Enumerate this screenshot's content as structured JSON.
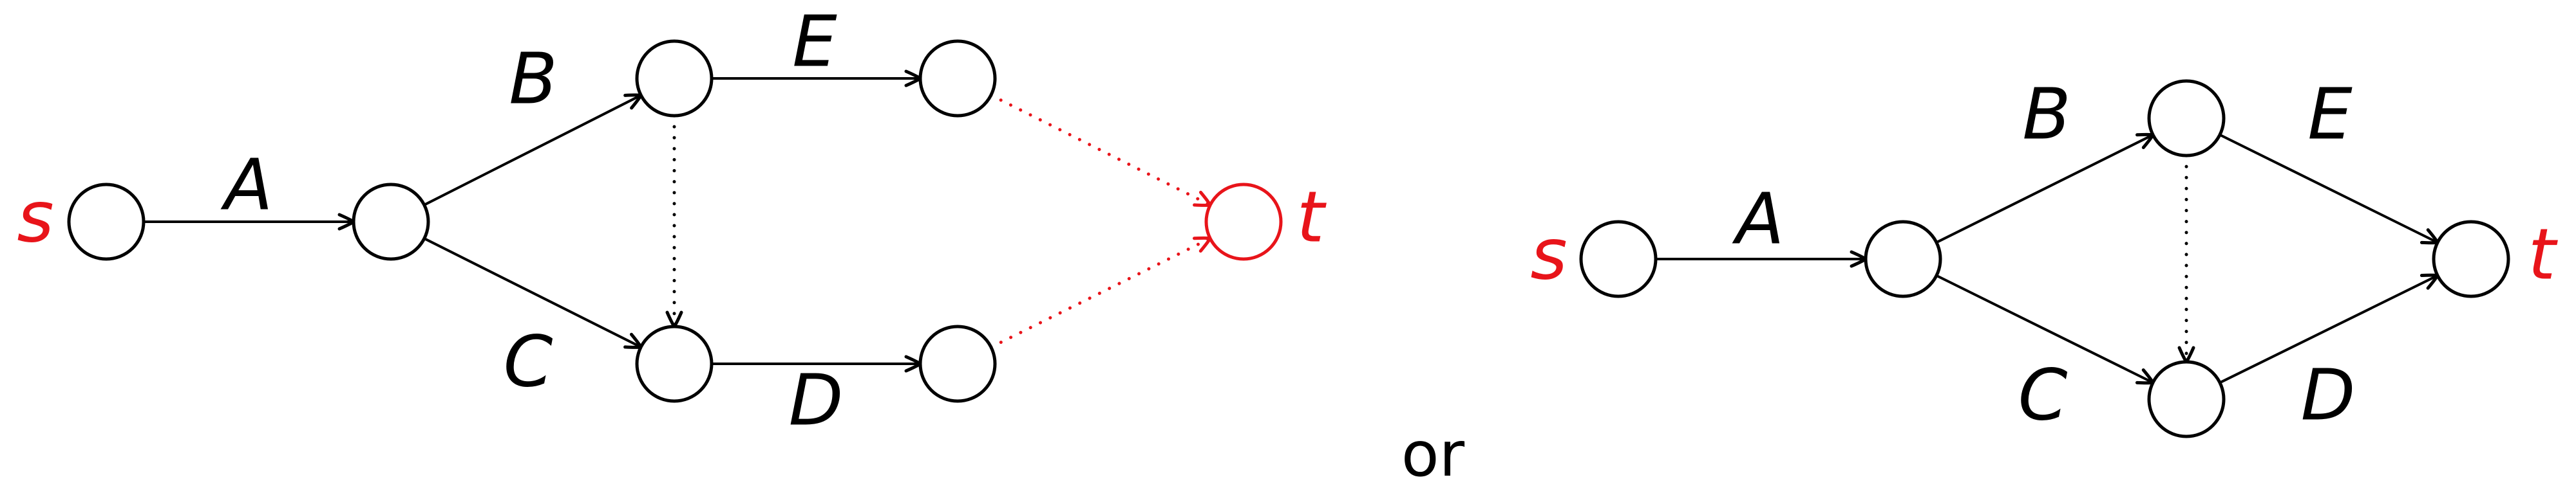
{
  "separator": "or",
  "colors": {
    "ink": "#000000",
    "highlight": "#e8141a",
    "background": "#ffffff"
  },
  "diagrams": [
    {
      "id": "left",
      "nodes": [
        {
          "id": "s",
          "label": "s",
          "highlight": true
        },
        {
          "id": "n1",
          "label": ""
        },
        {
          "id": "n2",
          "label": ""
        },
        {
          "id": "n3",
          "label": ""
        },
        {
          "id": "n4",
          "label": ""
        },
        {
          "id": "n5",
          "label": ""
        },
        {
          "id": "t",
          "label": "t",
          "highlight": true
        }
      ],
      "edges": [
        {
          "from": "s",
          "to": "n1",
          "label": "A",
          "style": "solid"
        },
        {
          "from": "n1",
          "to": "n2",
          "label": "B",
          "style": "solid"
        },
        {
          "from": "n1",
          "to": "n4",
          "label": "C",
          "style": "solid"
        },
        {
          "from": "n2",
          "to": "n3",
          "label": "E",
          "style": "solid"
        },
        {
          "from": "n4",
          "to": "n5",
          "label": "D",
          "style": "solid"
        },
        {
          "from": "n2",
          "to": "n4",
          "label": "",
          "style": "dotted"
        },
        {
          "from": "n3",
          "to": "t",
          "label": "",
          "style": "dotted",
          "highlight": true
        },
        {
          "from": "n5",
          "to": "t",
          "label": "",
          "style": "dotted",
          "highlight": true
        }
      ]
    },
    {
      "id": "right",
      "nodes": [
        {
          "id": "s",
          "label": "s"
        },
        {
          "id": "n1",
          "label": ""
        },
        {
          "id": "n2",
          "label": ""
        },
        {
          "id": "n4",
          "label": ""
        },
        {
          "id": "t",
          "label": "t"
        }
      ],
      "edges": [
        {
          "from": "s",
          "to": "n1",
          "label": "A",
          "style": "solid"
        },
        {
          "from": "n1",
          "to": "n2",
          "label": "B",
          "style": "solid"
        },
        {
          "from": "n1",
          "to": "n4",
          "label": "C",
          "style": "solid"
        },
        {
          "from": "n2",
          "to": "t",
          "label": "E",
          "style": "solid"
        },
        {
          "from": "n4",
          "to": "t",
          "label": "D",
          "style": "solid"
        },
        {
          "from": "n2",
          "to": "n4",
          "label": "",
          "style": "dotted"
        }
      ]
    }
  ]
}
